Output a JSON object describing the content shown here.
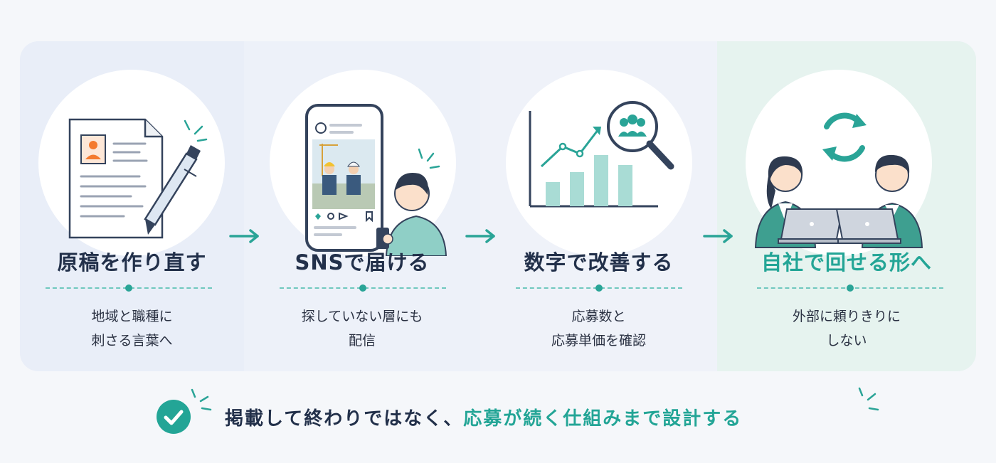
{
  "steps": [
    {
      "title": "原稿を作り直す",
      "desc": [
        "地域と職種に",
        "刺さる言葉へ"
      ]
    },
    {
      "title": "SNSで届ける",
      "desc": [
        "探していない層にも",
        "配信"
      ]
    },
    {
      "title": "数字で改善する",
      "desc": [
        "応募数と",
        "応募単価を確認"
      ]
    },
    {
      "title": "自社で回せる形へ",
      "desc": [
        "外部に頼りきりに",
        "しない"
      ]
    }
  ],
  "footer": {
    "text_main": "掲載して終わりではなく、",
    "text_highlight": "応募が続く仕組みまで設計する"
  },
  "colors": {
    "teal": "#23a596",
    "navy": "#22304a",
    "accent_orange": "#f47a2e"
  }
}
